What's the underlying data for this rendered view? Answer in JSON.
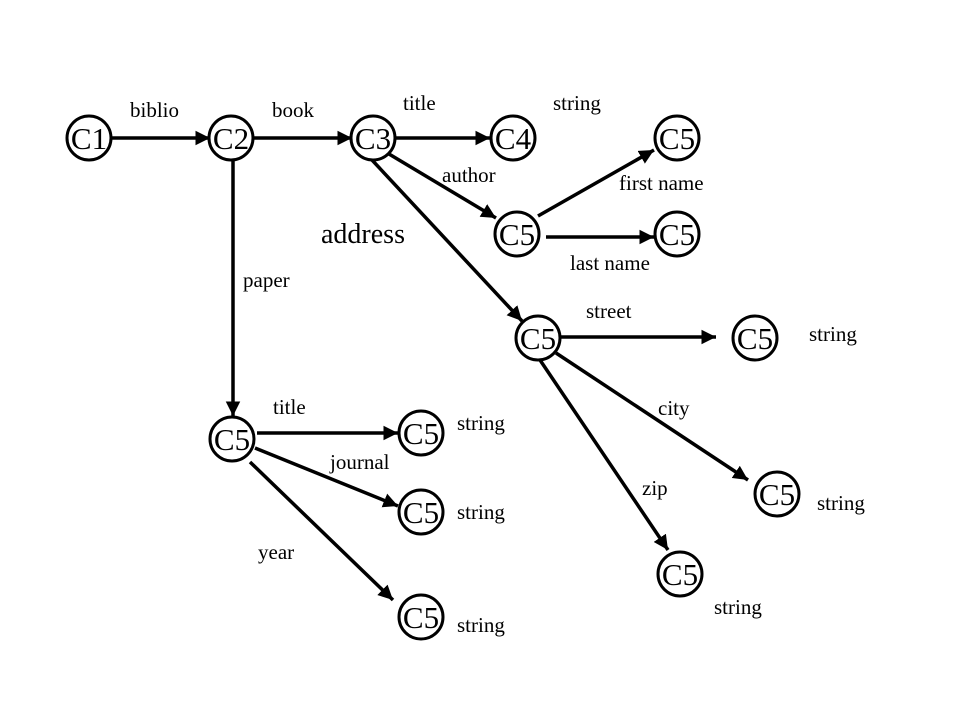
{
  "diagram": {
    "nodes": [
      {
        "id": "c1",
        "label": "C1"
      },
      {
        "id": "c2",
        "label": "C2"
      },
      {
        "id": "c3",
        "label": "C3"
      },
      {
        "id": "c4",
        "label": "C4"
      },
      {
        "id": "c5_top",
        "label": "C5"
      },
      {
        "id": "c5_author",
        "label": "C5"
      },
      {
        "id": "c5_lastname",
        "label": "C5"
      },
      {
        "id": "c5_address",
        "label": "C5"
      },
      {
        "id": "c5_street",
        "label": "C5"
      },
      {
        "id": "c5_city",
        "label": "C5"
      },
      {
        "id": "c5_zip",
        "label": "C5"
      },
      {
        "id": "c5_paper",
        "label": "C5"
      },
      {
        "id": "c5_ptitle",
        "label": "C5"
      },
      {
        "id": "c5_journal",
        "label": "C5"
      },
      {
        "id": "c5_year",
        "label": "C5"
      }
    ],
    "edges": [
      {
        "from": "c1",
        "to": "c2",
        "label": "biblio"
      },
      {
        "from": "c2",
        "to": "c3",
        "label": "book"
      },
      {
        "from": "c3",
        "to": "c4",
        "label": "title"
      },
      {
        "from": "c3",
        "to": "c5_author",
        "label": "author"
      },
      {
        "from": "c3",
        "to": "c5_address",
        "label": "address"
      },
      {
        "from": "c5_author",
        "to": "c5_top",
        "label": "first name"
      },
      {
        "from": "c5_author",
        "to": "c5_lastname",
        "label": "last name"
      },
      {
        "from": "c5_address",
        "to": "c5_street",
        "label": "street"
      },
      {
        "from": "c5_address",
        "to": "c5_city",
        "label": "city"
      },
      {
        "from": "c5_address",
        "to": "c5_zip",
        "label": "zip"
      },
      {
        "from": "c2",
        "to": "c5_paper",
        "label": "paper"
      },
      {
        "from": "c5_paper",
        "to": "c5_ptitle",
        "label": "title"
      },
      {
        "from": "c5_paper",
        "to": "c5_journal",
        "label": "journal"
      },
      {
        "from": "c5_paper",
        "to": "c5_year",
        "label": "year"
      }
    ],
    "type_labels": [
      {
        "node": "c4",
        "text": "string"
      },
      {
        "node": "c5_street",
        "text": "string"
      },
      {
        "node": "c5_city",
        "text": "string"
      },
      {
        "node": "c5_zip",
        "text": "string"
      },
      {
        "node": "c5_ptitle",
        "text": "string"
      },
      {
        "node": "c5_journal",
        "text": "string"
      },
      {
        "node": "c5_year",
        "text": "string"
      }
    ]
  }
}
